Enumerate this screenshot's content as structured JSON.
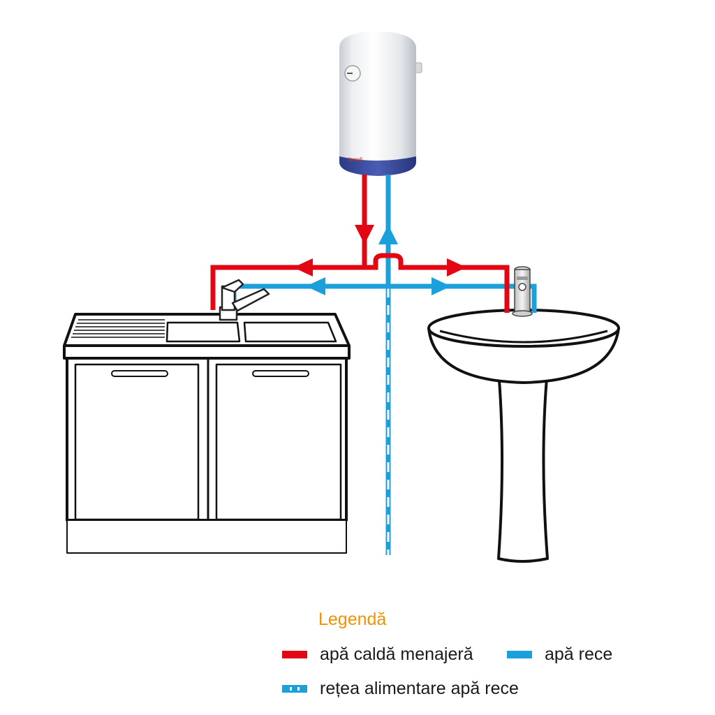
{
  "colors": {
    "hot": "#e30613",
    "cold": "#1ca0dc",
    "legend_title": "#f39200",
    "outline": "#111111",
    "heater_band": "#3b4ea2"
  },
  "heater": {
    "brand": "ferroli",
    "icon": "water-heater-icon"
  },
  "legend": {
    "title": "Legendă",
    "items": [
      {
        "key": "hot",
        "label": "apă caldă menajeră",
        "style": "solid"
      },
      {
        "key": "cold",
        "label": "apă rece",
        "style": "solid"
      },
      {
        "key": "supply",
        "label": "rețea alimentare apă rece",
        "style": "dashed"
      }
    ]
  }
}
